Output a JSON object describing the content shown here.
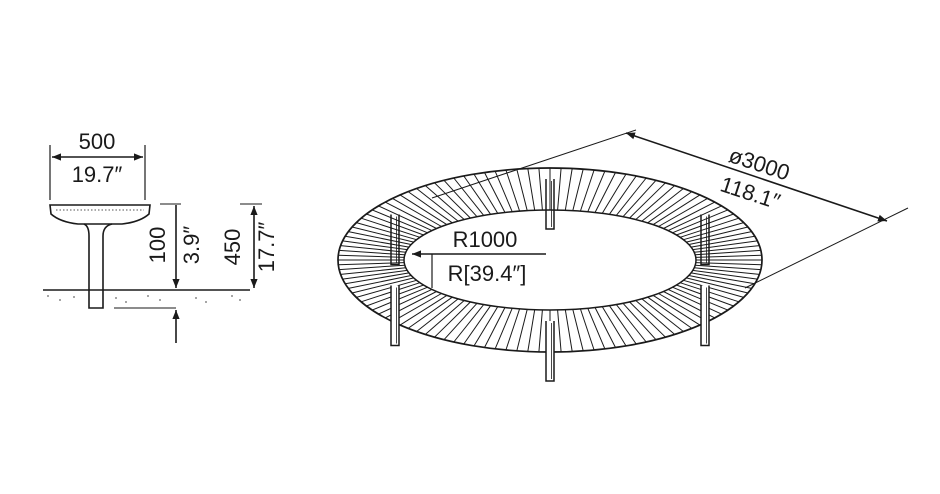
{
  "side_view": {
    "width_mm": "500",
    "width_in": "19.7″",
    "clearance_mm": "100",
    "clearance_in": "3.9″",
    "height_mm": "450",
    "height_in": "17.7″"
  },
  "plan_view": {
    "diameter_mm": "ø3000",
    "diameter_in": "118.1″",
    "radius_mm": "R1000",
    "radius_in": "R[39.4″]",
    "slat_count": 120,
    "leg_count": 6
  },
  "colors": {
    "line": "#1a1a1a",
    "background": "#ffffff"
  }
}
